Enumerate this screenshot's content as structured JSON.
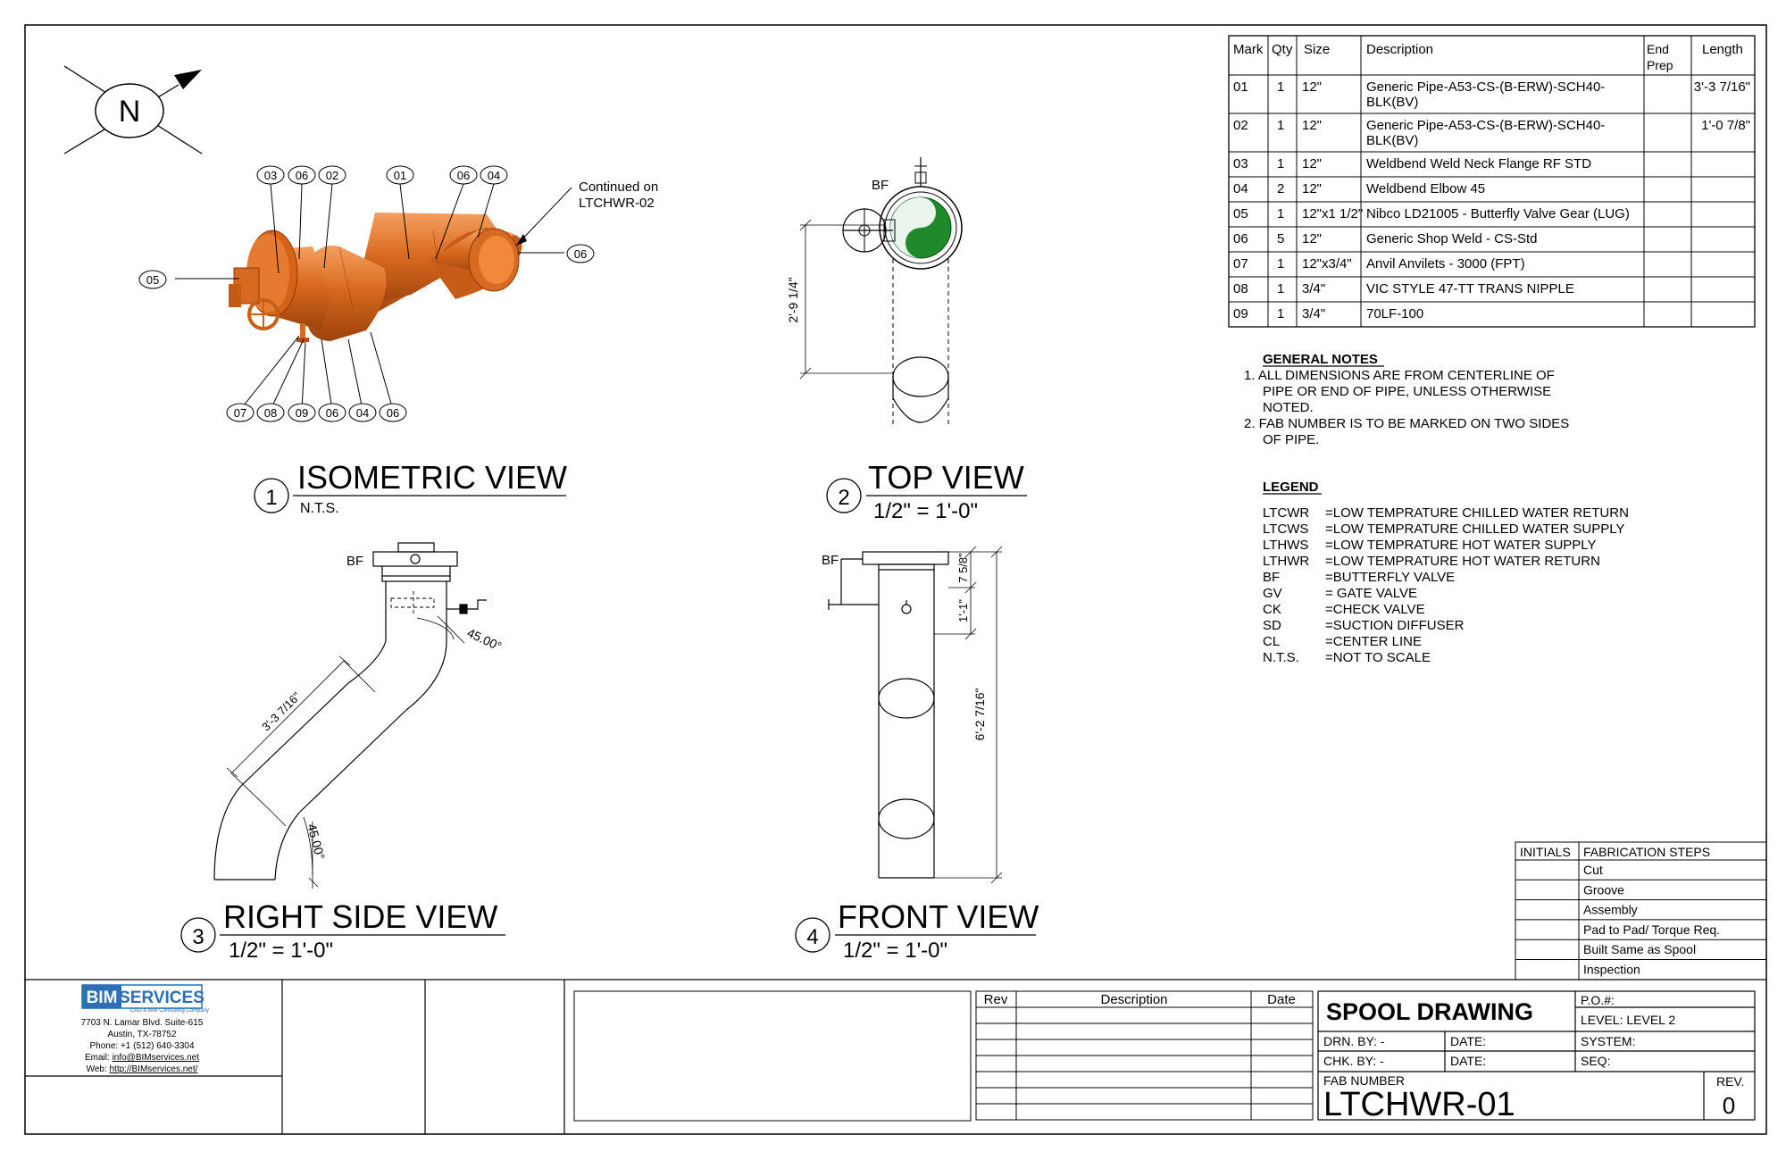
{
  "bom": {
    "headers": [
      "Mark",
      "Qty",
      "Size",
      "Description",
      "End Prep",
      "Length"
    ],
    "rows": [
      {
        "mark": "01",
        "qty": "1",
        "size": "12\"",
        "desc": [
          "Generic Pipe-A53-CS-(B-ERW)-SCH40-",
          "BLK(BV)"
        ],
        "prep": "",
        "length": "3'-3 7/16\""
      },
      {
        "mark": "02",
        "qty": "1",
        "size": "12\"",
        "desc": [
          "Generic Pipe-A53-CS-(B-ERW)-SCH40-",
          "BLK(BV)"
        ],
        "prep": "",
        "length": "1'-0 7/8\""
      },
      {
        "mark": "03",
        "qty": "1",
        "size": "12\"",
        "desc": [
          "Weldbend Weld Neck Flange RF STD"
        ],
        "prep": "",
        "length": ""
      },
      {
        "mark": "04",
        "qty": "2",
        "size": "12\"",
        "desc": [
          "Weldbend Elbow 45"
        ],
        "prep": "",
        "length": ""
      },
      {
        "mark": "05",
        "qty": "1",
        "size": "12\"x1 1/2\"",
        "desc": [
          "Nibco LD21005 - Butterfly Valve Gear (LUG)"
        ],
        "prep": "",
        "length": ""
      },
      {
        "mark": "06",
        "qty": "5",
        "size": "12\"",
        "desc": [
          "Generic Shop Weld - CS-Std"
        ],
        "prep": "",
        "length": ""
      },
      {
        "mark": "07",
        "qty": "1",
        "size": "12\"x3/4\"",
        "desc": [
          "Anvil Anvilets - 3000 (FPT)"
        ],
        "prep": "",
        "length": ""
      },
      {
        "mark": "08",
        "qty": "1",
        "size": "3/4\"",
        "desc": [
          "VIC STYLE 47-TT TRANS NIPPLE"
        ],
        "prep": "",
        "length": ""
      },
      {
        "mark": "09",
        "qty": "1",
        "size": "3/4\"",
        "desc": [
          "70LF-100"
        ],
        "prep": "",
        "length": ""
      }
    ]
  },
  "notes": {
    "heading": "GENERAL NOTES",
    "lines": [
      "1.  ALL DIMENSIONS ARE FROM CENTERLINE OF",
      "PIPE OR END OF PIPE, UNLESS OTHERWISE",
      "NOTED.",
      "2.  FAB NUMBER IS TO BE MARKED ON TWO SIDES",
      "OF PIPE."
    ]
  },
  "legend": {
    "heading": "LEGEND",
    "items": [
      {
        "abbr": "LTCWR",
        "def": "=LOW TEMPRATURE CHILLED WATER RETURN"
      },
      {
        "abbr": "LTCWS",
        "def": "=LOW TEMPRATURE CHILLED WATER SUPPLY"
      },
      {
        "abbr": "LTHWS",
        "def": "=LOW TEMPRATURE HOT WATER SUPPLY"
      },
      {
        "abbr": "LTHWR",
        "def": "=LOW TEMPRATURE HOT WATER RETURN"
      },
      {
        "abbr": "BF",
        "def": "=BUTTERFLY VALVE"
      },
      {
        "abbr": "GV",
        "def": "= GATE VALVE"
      },
      {
        "abbr": "CK",
        "def": "=CHECK VALVE"
      },
      {
        "abbr": "SD",
        "def": "=SUCTION DIFFUSER"
      },
      {
        "abbr": "CL",
        "def": "=CENTER LINE"
      },
      {
        "abbr": "N.T.S.",
        "def": "=NOT TO SCALE"
      }
    ]
  },
  "views": {
    "iso": {
      "num": "1",
      "title": "ISOMETRIC VIEW",
      "scale": "N.T.S."
    },
    "top": {
      "num": "2",
      "title": "TOP VIEW",
      "scale": "1/2\" = 1'-0\""
    },
    "right": {
      "num": "3",
      "title": "RIGHT SIDE VIEW",
      "scale": "1/2\" = 1'-0\""
    },
    "front": {
      "num": "4",
      "title": "FRONT VIEW",
      "scale": "1/2\" = 1'-0\""
    }
  },
  "north": "N",
  "iso_callouts": {
    "top": [
      "03",
      "06",
      "02",
      "01",
      "06",
      "04"
    ],
    "left": "05",
    "right": "06",
    "bottom": [
      "07",
      "08",
      "09",
      "06",
      "04",
      "06"
    ],
    "continued": [
      "Continued on",
      "LTCHWR-02"
    ]
  },
  "dims": {
    "top_height": "2'-9 1/4\"",
    "right_len": "3'-3 7/16\"",
    "angle1": "45.00°",
    "angle2": "45.00°",
    "front_1": "7 5/8\"",
    "front_2": "1'-1\"",
    "front_3": "6'-2 7/16\"",
    "bf": "BF"
  },
  "fab_steps": {
    "headers": [
      "INITIALS",
      "FABRICATION STEPS"
    ],
    "steps": [
      "Cut",
      "Groove",
      "Assembly",
      "Pad to Pad/ Torque Req.",
      "Built Same as Spool",
      "Inspection"
    ]
  },
  "company": {
    "logo_a": "BIM",
    "logo_b": "SERVICES",
    "tagline": "CAD & BIM Consulting Company",
    "lines": [
      "7703 N. Lamar Blvd. Suite-615",
      "Austin, TX-78752",
      "Phone: +1 (512) 640-3304"
    ],
    "email_label": "Email: ",
    "email": "info@BIMservices.net",
    "web_label": "Web: ",
    "web": "http://BIMservices.net/"
  },
  "rev_table": {
    "headers": [
      "Rev",
      "Description",
      "Date"
    ]
  },
  "title_block": {
    "title": "SPOOL DRAWING",
    "po": "P.O.#:",
    "level": "LEVEL: LEVEL 2",
    "drn": "DRN. BY:  -",
    "chk": "CHK. BY:  -",
    "date1": "DATE:",
    "date2": "DATE:",
    "system": "SYSTEM:",
    "seq": "SEQ:",
    "fab_label": "FAB NUMBER",
    "fab_number": "LTCHWR-01",
    "rev_label": "REV.",
    "rev": "0"
  },
  "colors": {
    "pipe": "#d96a1f",
    "pipe_dark": "#a54a10",
    "pipe_light": "#f08a3a",
    "valve_green": "#1f8a2a"
  }
}
